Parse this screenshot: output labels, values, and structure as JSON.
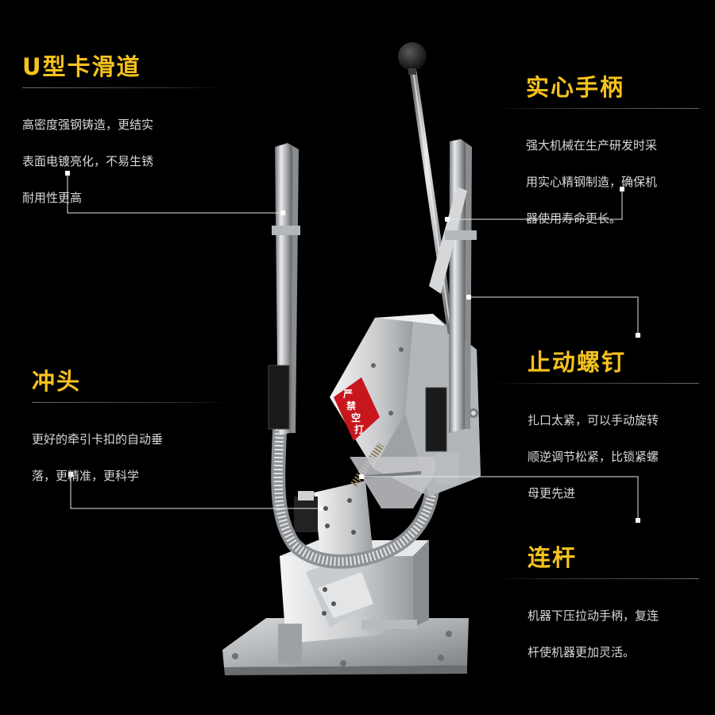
{
  "accent_color": "#f6c21c",
  "features": [
    {
      "id": "u-slide",
      "title": "U型卡滑道",
      "desc_lines": [
        "高密度强钢铸造，更结实",
        "表面电镀亮化，不易生锈",
        "耐用性更高"
      ]
    },
    {
      "id": "solid-handle",
      "title": "实心手柄",
      "desc_lines": [
        "强大机械在生产研发时采",
        "用实心精钢制造，确保机",
        "器使用寿命更长。"
      ]
    },
    {
      "id": "punch",
      "title": "冲头",
      "desc_lines": [
        "更好的牵引卡扣的自动垂",
        "落，更精准，更科学"
      ]
    },
    {
      "id": "stop-screw",
      "title": "止动螺钉",
      "desc_lines": [
        "扎口太紧，可以手动旋转",
        "顺逆调节松紧，比锁紧螺",
        "母更先进"
      ]
    },
    {
      "id": "link-rod",
      "title": "连杆",
      "desc_lines": [
        "机器下压拉动手柄，复连",
        "杆使机器更加灵活。"
      ]
    }
  ],
  "product": {
    "warning_label": [
      "严",
      "禁",
      "空",
      "打"
    ]
  }
}
